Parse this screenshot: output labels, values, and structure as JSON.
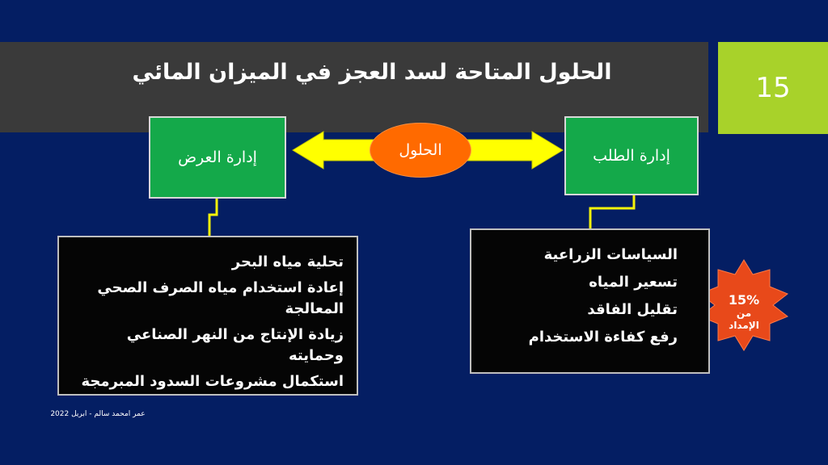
{
  "slide": {
    "title": "الحلول المتاحة لسد العجز في الميزان المائي",
    "page_number": "15",
    "footer": "عمر امحمد سالم - ابريل 2022"
  },
  "diagram": {
    "center_label": "الحلول",
    "supply": {
      "label": "إدارة العرض",
      "items": [
        "تحلية مياه البحر",
        "إعادة استخدام مياه الصرف الصحي المعالجة",
        "زيادة الإنتاج من النهر الصناعي وحمايته",
        "استكمال مشروعات السدود المبرمجة"
      ]
    },
    "demand": {
      "label": "إدارة الطلب",
      "items": [
        "السياسات الزراعية",
        "تسعير المياه",
        "تقليل الفاقد",
        "رفع كفاءة الاستخدام"
      ]
    },
    "badge": {
      "line1": "15%",
      "line2": "من",
      "line3": "الإمداد"
    }
  },
  "colors": {
    "background": "#041e63",
    "title_bar": "#3a3a3a",
    "page_box": "#a8d22a",
    "green_box": "#14a94a",
    "oval": "#ff6a00",
    "arrow": "#ffff00",
    "connector": "#f5f20a",
    "badge": "#e8491a"
  }
}
